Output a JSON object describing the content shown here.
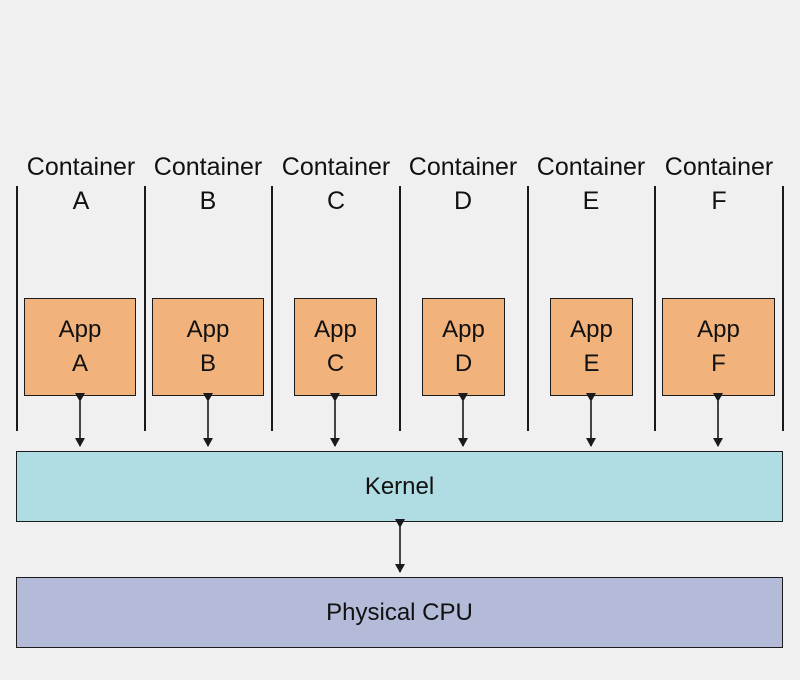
{
  "containers": [
    {
      "label": "Container",
      "letter": "A",
      "app_label": "App",
      "app_letter": "A"
    },
    {
      "label": "Container",
      "letter": "B",
      "app_label": "App",
      "app_letter": "B"
    },
    {
      "label": "Container",
      "letter": "C",
      "app_label": "App",
      "app_letter": "C"
    },
    {
      "label": "Container",
      "letter": "D",
      "app_label": "App",
      "app_letter": "D"
    },
    {
      "label": "Container",
      "letter": "E",
      "app_label": "App",
      "app_letter": "E"
    },
    {
      "label": "Container",
      "letter": "F",
      "app_label": "App",
      "app_letter": "F"
    }
  ],
  "kernel": {
    "label": "Kernel"
  },
  "cpu": {
    "label": "Physical CPU"
  },
  "colors": {
    "background": "#f0f0f0",
    "app_fill": "#f2b27c",
    "kernel_fill": "#b0dde3",
    "cpu_fill": "#b3bbd8",
    "line": "#1a1a1a"
  }
}
